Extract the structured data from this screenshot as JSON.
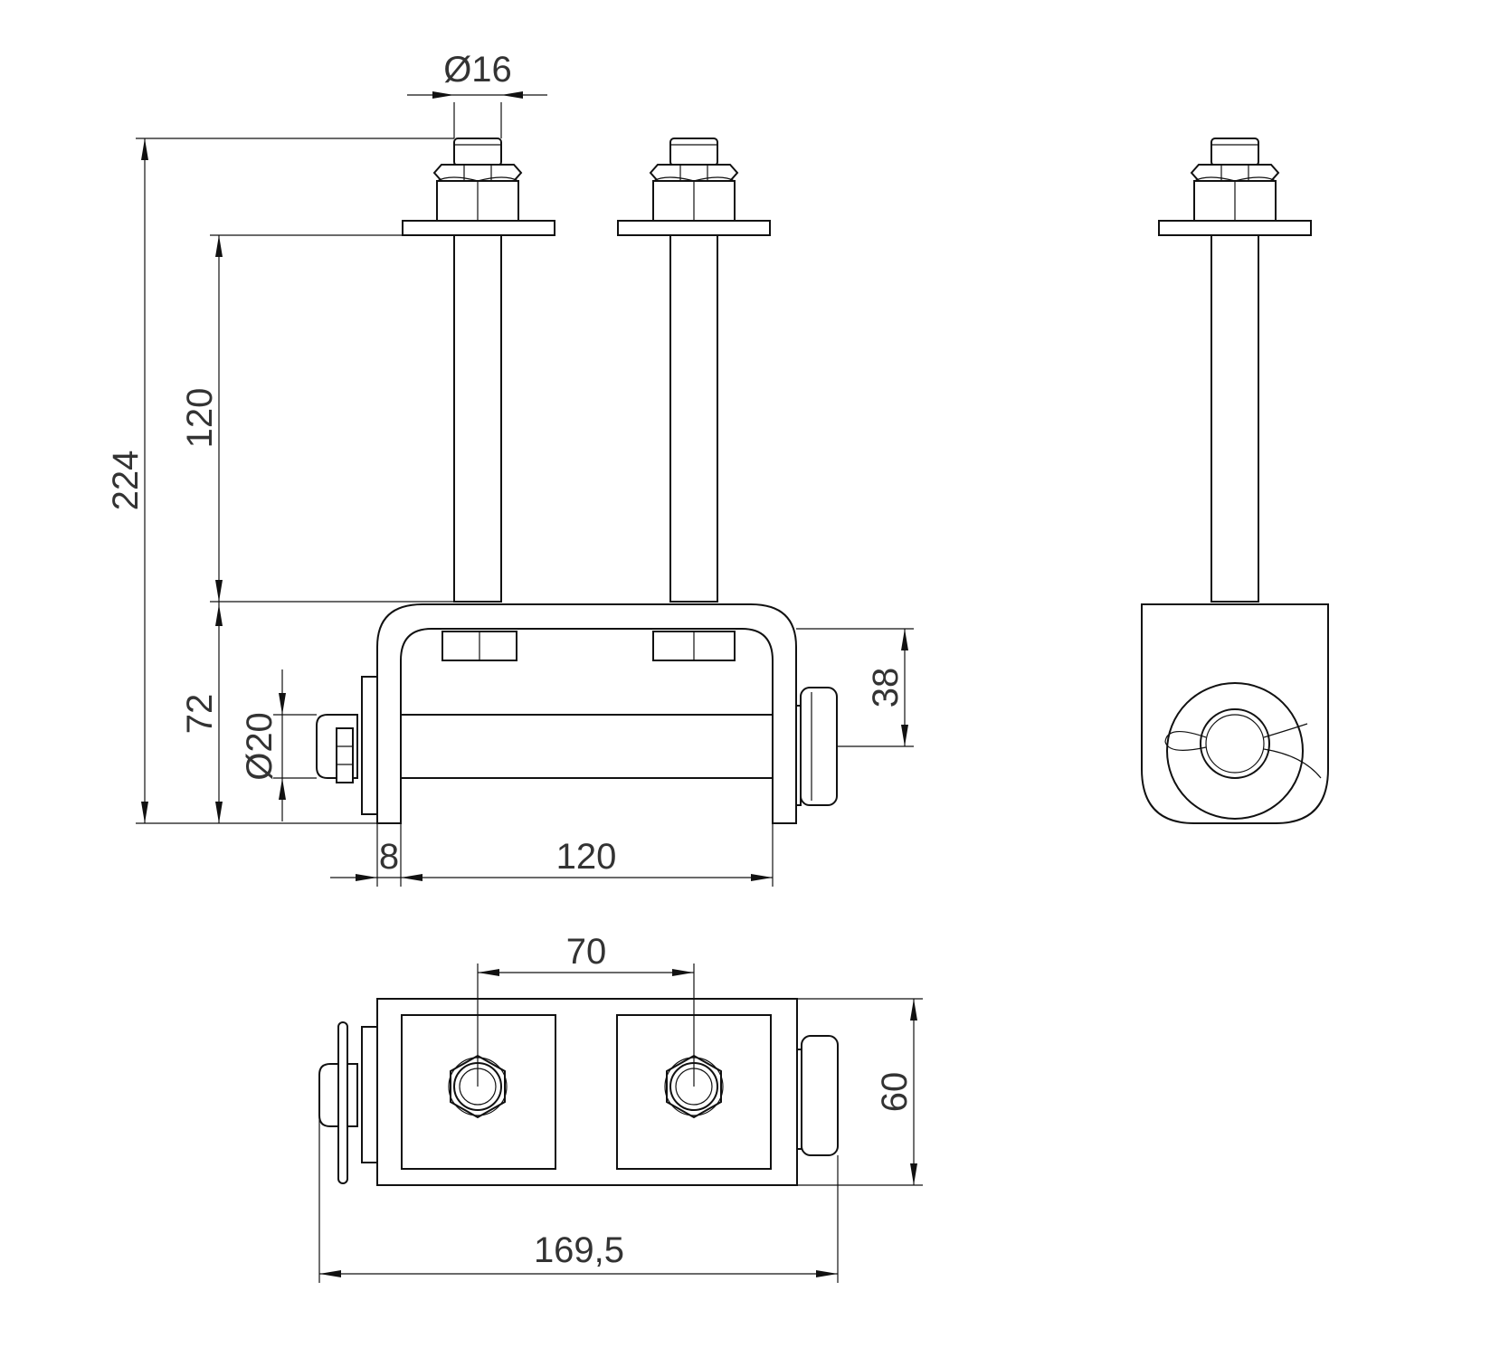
{
  "dimensions": {
    "rod_diameter": "Ø16",
    "total_height": "224",
    "rod_length": "120",
    "bracket_height": "72",
    "pin_diameter": "Ø20",
    "roller_offset": "38",
    "plate_thickness": "8",
    "bracket_width": "120",
    "rod_spacing": "70",
    "top_depth": "60",
    "total_width": "169,5"
  },
  "colors": {
    "line": "#111111",
    "text": "#333333",
    "background": "#ffffff"
  }
}
